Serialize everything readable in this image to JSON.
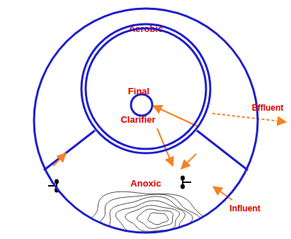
{
  "diagram": {
    "nodes": [
      {
        "text": [
          "Aerobic"
        ]
      },
      {
        "text": [
          "Final",
          "Clarifier"
        ],
        "in": 0
      },
      {
        "text": [
          "Anoxic"
        ],
        "in": 0
      }
    ],
    "edges": [
      {
        "from": 0,
        "to": 1,
        "arrow": "to"
      },
      {
        "from": 1,
        "to": 2,
        "arrow": "to"
      },
      {
        "from": 0,
        "to": 2,
        "arrow": "to"
      },
      {
        "from": 2,
        "to": 0,
        "arrow": "to"
      }
    ],
    "labels": [
      "Effluent",
      "Influent"
    ]
  }
}
